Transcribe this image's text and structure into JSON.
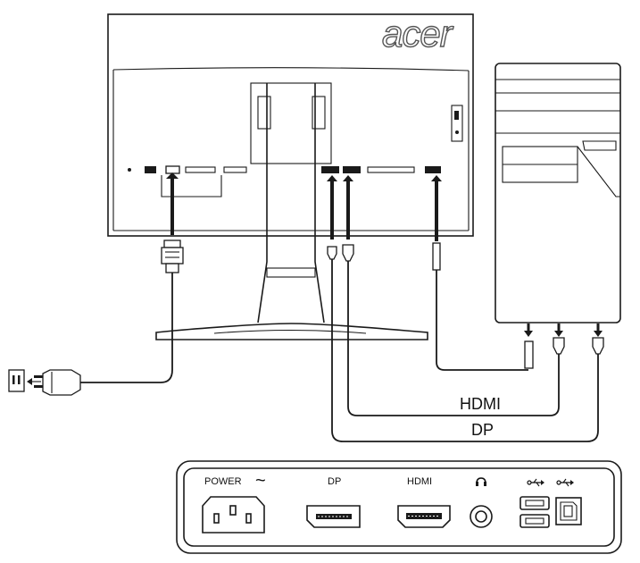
{
  "brand": {
    "name": "acer"
  },
  "cables": {
    "hdmi_label": "HDMI",
    "dp_label": "DP"
  },
  "port_panel": {
    "power_label": "POWER",
    "ac_symbol": "~",
    "dp_label": "DP",
    "hdmi_label": "HDMI",
    "headphone_icon": "headphone-icon",
    "usb_icon": "usb-icon"
  },
  "icons": [
    "wall-outlet-icon",
    "power-plug-icon",
    "usb-icon",
    "headphone-icon"
  ]
}
